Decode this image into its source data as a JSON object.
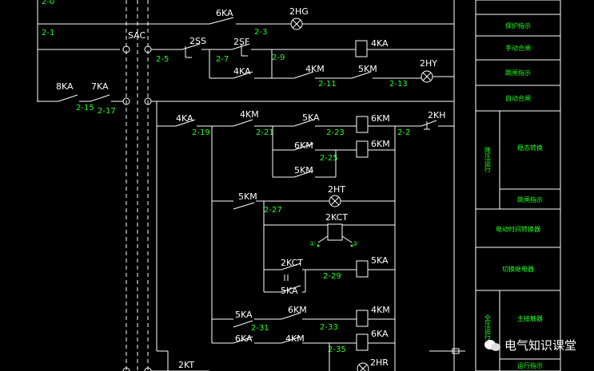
{
  "coils": {
    "hg2": "2HG",
    "ka4": "4KA",
    "hy2": "2HY",
    "km6": "6KM",
    "km6b": "6KM",
    "kh2": "2KH",
    "ht2": "2HT",
    "kct2": "2KCT",
    "ka5": "5KA",
    "km4": "4KM",
    "ka6": "6KA",
    "hr2": "2HR",
    "kt2": "2KT"
  },
  "contacts": {
    "ka6": "6KA",
    "ss2": "2SS",
    "sf2": "2SF",
    "ka4a": "4KA",
    "km4a": "4KM",
    "km5a": "5KM",
    "ka8": "8KA",
    "ka7": "7KA",
    "ka4b": "4KA",
    "km4b": "4KM",
    "ka5a": "5KA",
    "km6a": "6KM",
    "km5b": "5KM",
    "km5c": "5KM",
    "kct2": "2KCT",
    "ka5b": "5KA",
    "ka5c": "5KA",
    "km6c": "6KM",
    "ka6b": "6KA",
    "km4c": "4KM"
  },
  "switch_label": "SAC",
  "wire_nodes": {
    "n21": "2-1",
    "n23": "2-3",
    "n25": "2-5",
    "n27": "2-7",
    "n29": "2-9",
    "n211": "2-11",
    "n213": "2-13",
    "n215": "2-15",
    "n217": "2-17",
    "n219": "2-19",
    "n221": "2-21",
    "n223": "2-23",
    "n22": "2-2",
    "n225": "2-25",
    "n227": "2-27",
    "n229": "2-29",
    "n231": "2-31",
    "n233": "2-33",
    "n235": "2-35"
  },
  "top_fragment": "2-0",
  "kct_pins": {
    "p1": "①",
    "p2": "②"
  },
  "legend": {
    "rows": [
      "保护指示",
      "手动合闸",
      "跳闸指示",
      "自动合闸"
    ],
    "group1_label": "降压运行",
    "group1_items": [
      "稳态转换",
      "跳闸指示"
    ],
    "row_time": "电动时间转换器",
    "row_relay": "切换继电器",
    "group2_label": "全压运行",
    "group2_items": [
      "主接触器",
      "运行指示"
    ]
  },
  "watermark_text": "电气知识课堂"
}
